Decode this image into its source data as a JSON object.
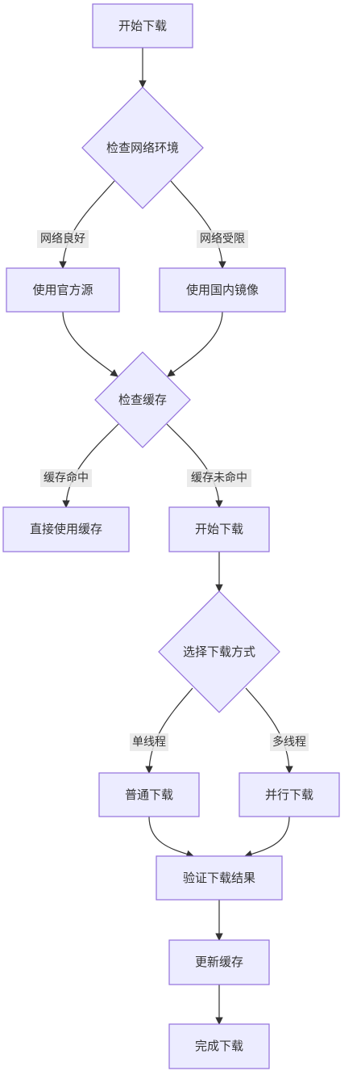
{
  "flowchart": {
    "nodes": {
      "start": "开始下载",
      "check_network": "检查网络环境",
      "official_source": "使用官方源",
      "mirror_source": "使用国内镜像",
      "check_cache": "检查缓存",
      "use_cache": "直接使用缓存",
      "start_download": "开始下载",
      "choose_method": "选择下载方式",
      "normal_download": "普通下载",
      "parallel_download": "并行下载",
      "verify_result": "验证下载结果",
      "update_cache": "更新缓存",
      "finish": "完成下载"
    },
    "edges": {
      "network_good": "网络良好",
      "network_limited": "网络受限",
      "cache_hit": "缓存命中",
      "cache_miss": "缓存未命中",
      "single_thread": "单线程",
      "multi_thread": "多线程"
    }
  },
  "colors": {
    "node_fill": "#ECECFF",
    "node_stroke": "#9370DB",
    "edge": "#333333"
  }
}
